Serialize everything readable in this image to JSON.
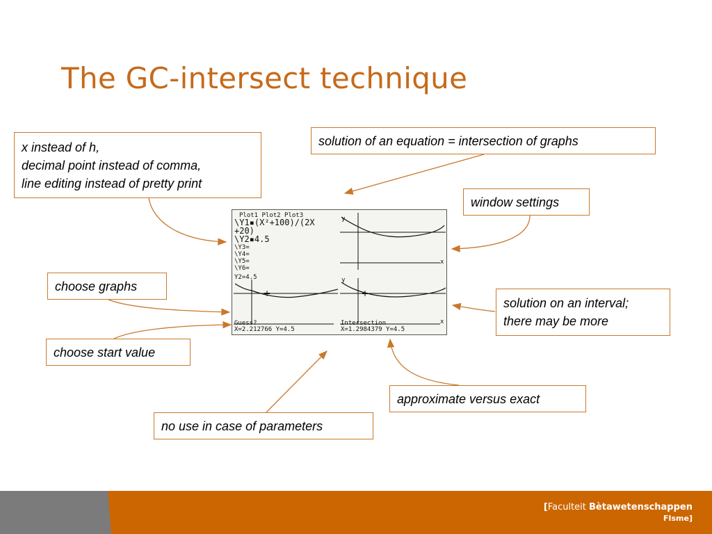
{
  "slide": {
    "title": "The GC-intersect technique",
    "accent_color": "#c66a1a",
    "footer_color": "#cc6600"
  },
  "callouts": {
    "notation": [
      "x instead of h,",
      "decimal point instead of comma,",
      "line editing instead of pretty print"
    ],
    "equation": "solution of an equation = intersection of graphs",
    "window": "window settings",
    "graphs": "choose graphs",
    "interval": [
      "solution on an interval;",
      "there may be more"
    ],
    "start": "choose start value",
    "approx": "approximate versus exact",
    "params": "no use in case of parameters"
  },
  "calculator": {
    "y_editor": {
      "plots": "Plot1  Plot2  Plot3",
      "lines": [
        "\\Y1▪(X²+100)/(2X",
        "+20)",
        "\\Y2▪4.5",
        "\\Y3=",
        "\\Y4=",
        "\\Y5=",
        "\\Y6="
      ]
    },
    "guess_panel": {
      "top": "Y2=4.5",
      "prompt": "Guess?",
      "readout": "X=2.212766   Y=4.5"
    },
    "intersect_panel": {
      "prompt": "Intersection",
      "readout": "X=1.2984379  Y=4.5"
    }
  },
  "footer": {
    "institution_prefix": "Faculteit ",
    "institution_name": "Bètawetenschappen",
    "unit": "FIsme",
    "bracket_open": "[",
    "bracket_close": "]"
  }
}
